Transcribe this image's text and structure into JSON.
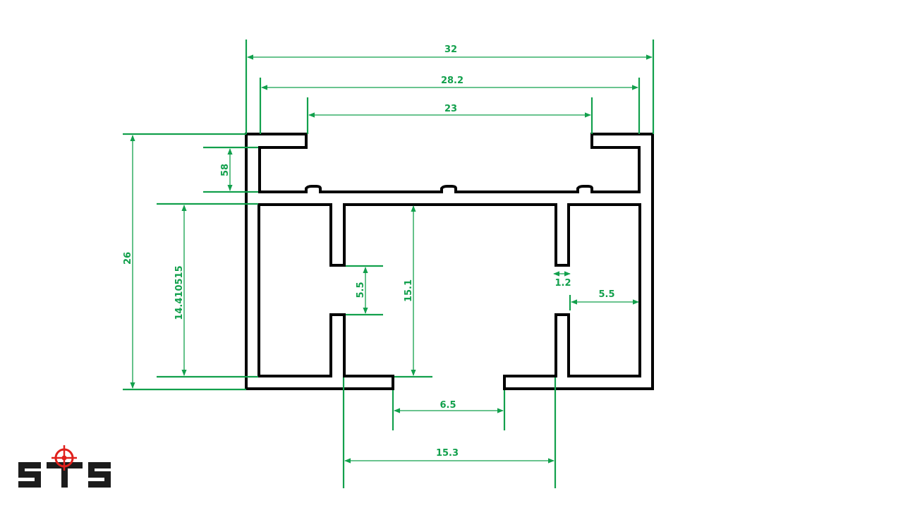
{
  "colors": {
    "profile": "#000000",
    "dimension": "#12a04c",
    "logo_dark": "#1c1c1c",
    "logo_accent": "#e0201c",
    "background": "#ffffff"
  },
  "dimensions": {
    "overall_width": "32",
    "inner_width": "28.2",
    "top_opening": "23",
    "top_channel_height": "58",
    "total_height": "26",
    "inner_height": "14.410515",
    "slot_opening": "5.5",
    "center_height": "15.1",
    "wall_thickness": "1.2",
    "right_cavity_width": "5.5",
    "bottom_opening": "6.5",
    "bottom_span": "15.3"
  },
  "logo": {
    "letters": "STS",
    "icon": "crosshair-icon"
  }
}
